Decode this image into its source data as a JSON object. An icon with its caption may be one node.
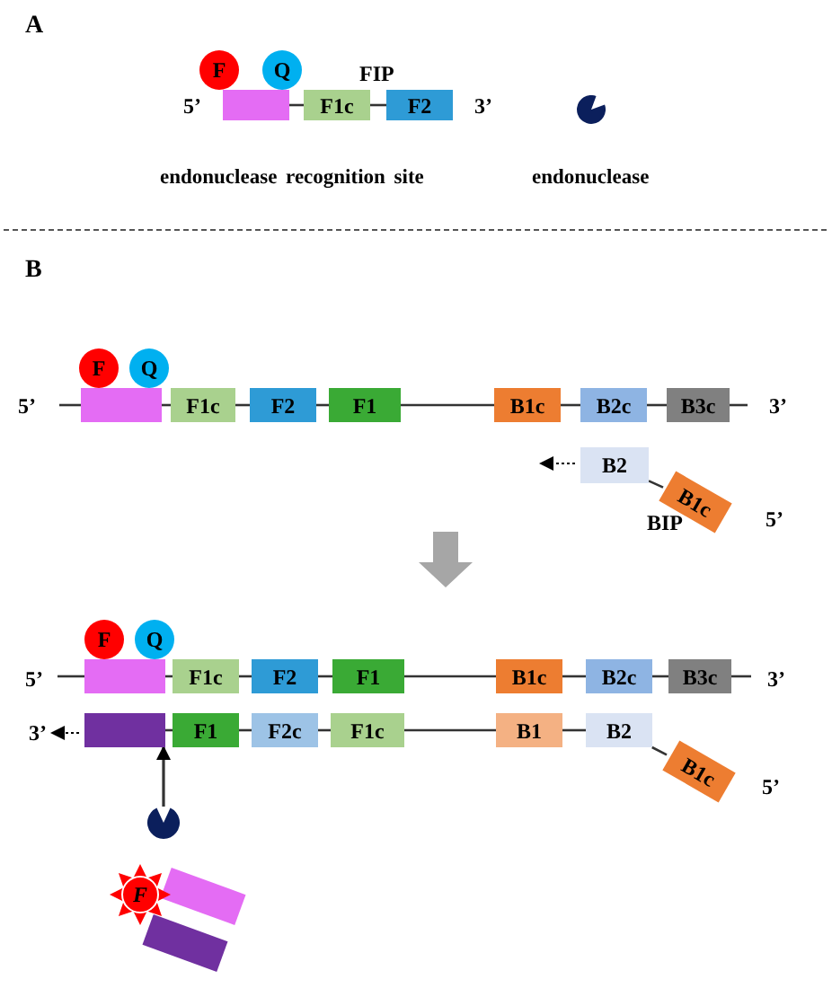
{
  "diagram": {
    "nodes": [
      {
        "text": [
          "F"
        ]
      },
      {
        "text": [
          "Q"
        ]
      },
      {
        "text": [],
        "shape": "box",
        "beside": [
          "endonuclease recognition site"
        ]
      },
      {
        "text": [
          "F1c"
        ]
      },
      {
        "text": [
          "F2"
        ]
      },
      {
        "text": [],
        "shape": "circle",
        "beside": [
          "endonuclease"
        ]
      },
      {
        "text": [
          "F"
        ]
      },
      {
        "text": [
          "Q"
        ]
      },
      {
        "text": [],
        "shape": "box"
      },
      {
        "text": [
          "F1c"
        ]
      },
      {
        "text": [
          "F2"
        ]
      },
      {
        "text": [
          "F1"
        ]
      },
      {
        "text": [
          "B1c"
        ]
      },
      {
        "text": [
          "B2c"
        ]
      },
      {
        "text": [
          "B3c"
        ]
      },
      {
        "text": [
          "B2"
        ]
      },
      {
        "text": [
          "B1c"
        ]
      },
      {
        "text": [
          "F"
        ]
      },
      {
        "text": [
          "Q"
        ]
      },
      {
        "text": [],
        "shape": "box"
      },
      {
        "text": [
          "F1c"
        ]
      },
      {
        "text": [
          "F2"
        ]
      },
      {
        "text": [
          "F1"
        ]
      },
      {
        "text": [
          "B1c"
        ]
      },
      {
        "text": [
          "B2c"
        ]
      },
      {
        "text": [
          "B3c"
        ]
      },
      {
        "text": [],
        "shape": "box"
      },
      {
        "text": [
          "F1"
        ]
      },
      {
        "text": [
          "F2c"
        ]
      },
      {
        "text": [
          "F1c"
        ]
      },
      {
        "text": [
          "B1"
        ]
      },
      {
        "text": [
          "B2"
        ]
      },
      {
        "text": [
          "B1c"
        ]
      },
      {
        "text": [],
        "shape": "circle"
      },
      {
        "text": [
          "F"
        ]
      },
      {
        "text": [],
        "shape": "box"
      },
      {
        "text": [],
        "shape": "box"
      }
    ],
    "edges": [
      {
        "from": 2,
        "to": 3,
        "arrow": "none"
      },
      {
        "from": 3,
        "to": 4,
        "arrow": "none"
      },
      {
        "from": 8,
        "to": 9,
        "arrow": "none"
      },
      {
        "from": 9,
        "to": 10,
        "arrow": "none"
      },
      {
        "from": 10,
        "to": 11,
        "arrow": "none"
      },
      {
        "from": 11,
        "to": 12,
        "arrow": "none"
      },
      {
        "from": 12,
        "to": 13,
        "arrow": "none"
      },
      {
        "from": 13,
        "to": 14,
        "arrow": "none"
      },
      {
        "from": 15,
        "to": 16,
        "arrow": "none"
      },
      {
        "from": 19,
        "to": 20,
        "arrow": "none"
      },
      {
        "from": 20,
        "to": 21,
        "arrow": "none"
      },
      {
        "from": 21,
        "to": 22,
        "arrow": "none"
      },
      {
        "from": 22,
        "to": 23,
        "arrow": "none"
      },
      {
        "from": 23,
        "to": 24,
        "arrow": "none"
      },
      {
        "from": 24,
        "to": 25,
        "arrow": "none"
      },
      {
        "from": 26,
        "to": 27,
        "arrow": "none"
      },
      {
        "from": 27,
        "to": 28,
        "arrow": "none"
      },
      {
        "from": 28,
        "to": 29,
        "arrow": "none"
      },
      {
        "from": 29,
        "to": 30,
        "arrow": "none"
      },
      {
        "from": 30,
        "to": 31,
        "arrow": "none"
      },
      {
        "from": 31,
        "to": 32,
        "arrow": "none"
      },
      {
        "from": 33,
        "to": 26,
        "arrow": "to"
      },
      {
        "from": null,
        "to": 8,
        "arrow": "none"
      },
      {
        "from": 14,
        "to": null,
        "arrow": "none"
      },
      {
        "from": null,
        "to": 19,
        "arrow": "none"
      },
      {
        "from": 25,
        "to": null,
        "arrow": "none"
      }
    ],
    "labels": [
      "A",
      "FIP",
      "5’",
      "3’",
      "B",
      "5’",
      "3’",
      "BIP",
      "5’",
      "5’",
      "3’",
      "3’",
      "5’"
    ]
  }
}
